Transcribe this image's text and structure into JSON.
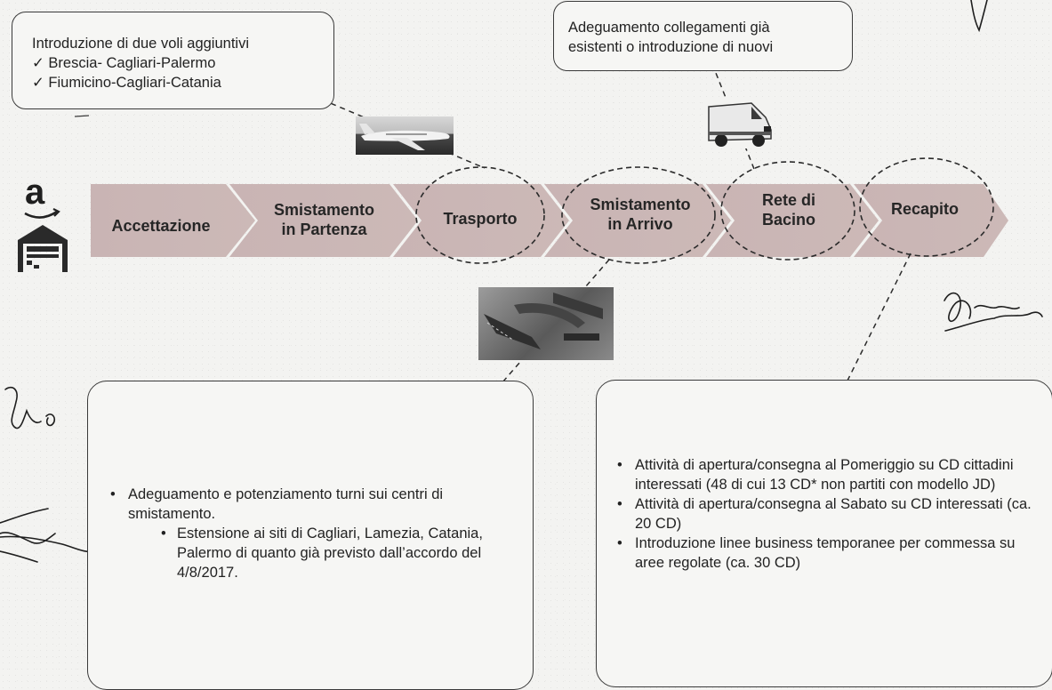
{
  "callouts": {
    "flights": {
      "title": "Introduzione di due voli aggiuntivi",
      "items": [
        "Brescia- Cagliari-Palermo",
        "Fiumicino-Cagliari-Catania"
      ]
    },
    "connections": {
      "line1": "Adeguamento collegamenti già",
      "line2": "esistenti o introduzione di nuovi"
    },
    "sorting": {
      "bullet": "Adeguamento e potenziamento turni sui centri di smistamento.",
      "sub_bullet": "Estensione ai siti di Cagliari, Lamezia, Catania, Palermo di quanto già previsto dall’accordo del 4/8/2017."
    },
    "delivery": {
      "bullets": [
        "Attività di apertura/consegna al Pomeriggio su CD cittadini interessati (48 di cui 13 CD* non partiti con modello JD)",
        "Attività di apertura/consegna al Sabato su CD interessati (ca. 20 CD)",
        "Introduzione linee business temporanee per commessa su aree regolate (ca. 30 CD)"
      ]
    }
  },
  "process": {
    "steps": [
      {
        "label": "Accettazione"
      },
      {
        "label": "Smistamento\nin Partenza"
      },
      {
        "label": "Trasporto"
      },
      {
        "label": "Smistamento\nin Arrivo"
      },
      {
        "label": "Rete di\nBacino"
      },
      {
        "label": "Recapito"
      }
    ]
  },
  "logo": {
    "letter": "a"
  },
  "icons": {
    "plane": "airplane-photo",
    "van": "delivery-van-photo",
    "sorter": "sorting-conveyor-photo",
    "warehouse": "warehouse-icon"
  },
  "colors": {
    "chevron": "#cbb7b6",
    "ink": "#2b2b2b",
    "paper": "#f3f3f1"
  }
}
